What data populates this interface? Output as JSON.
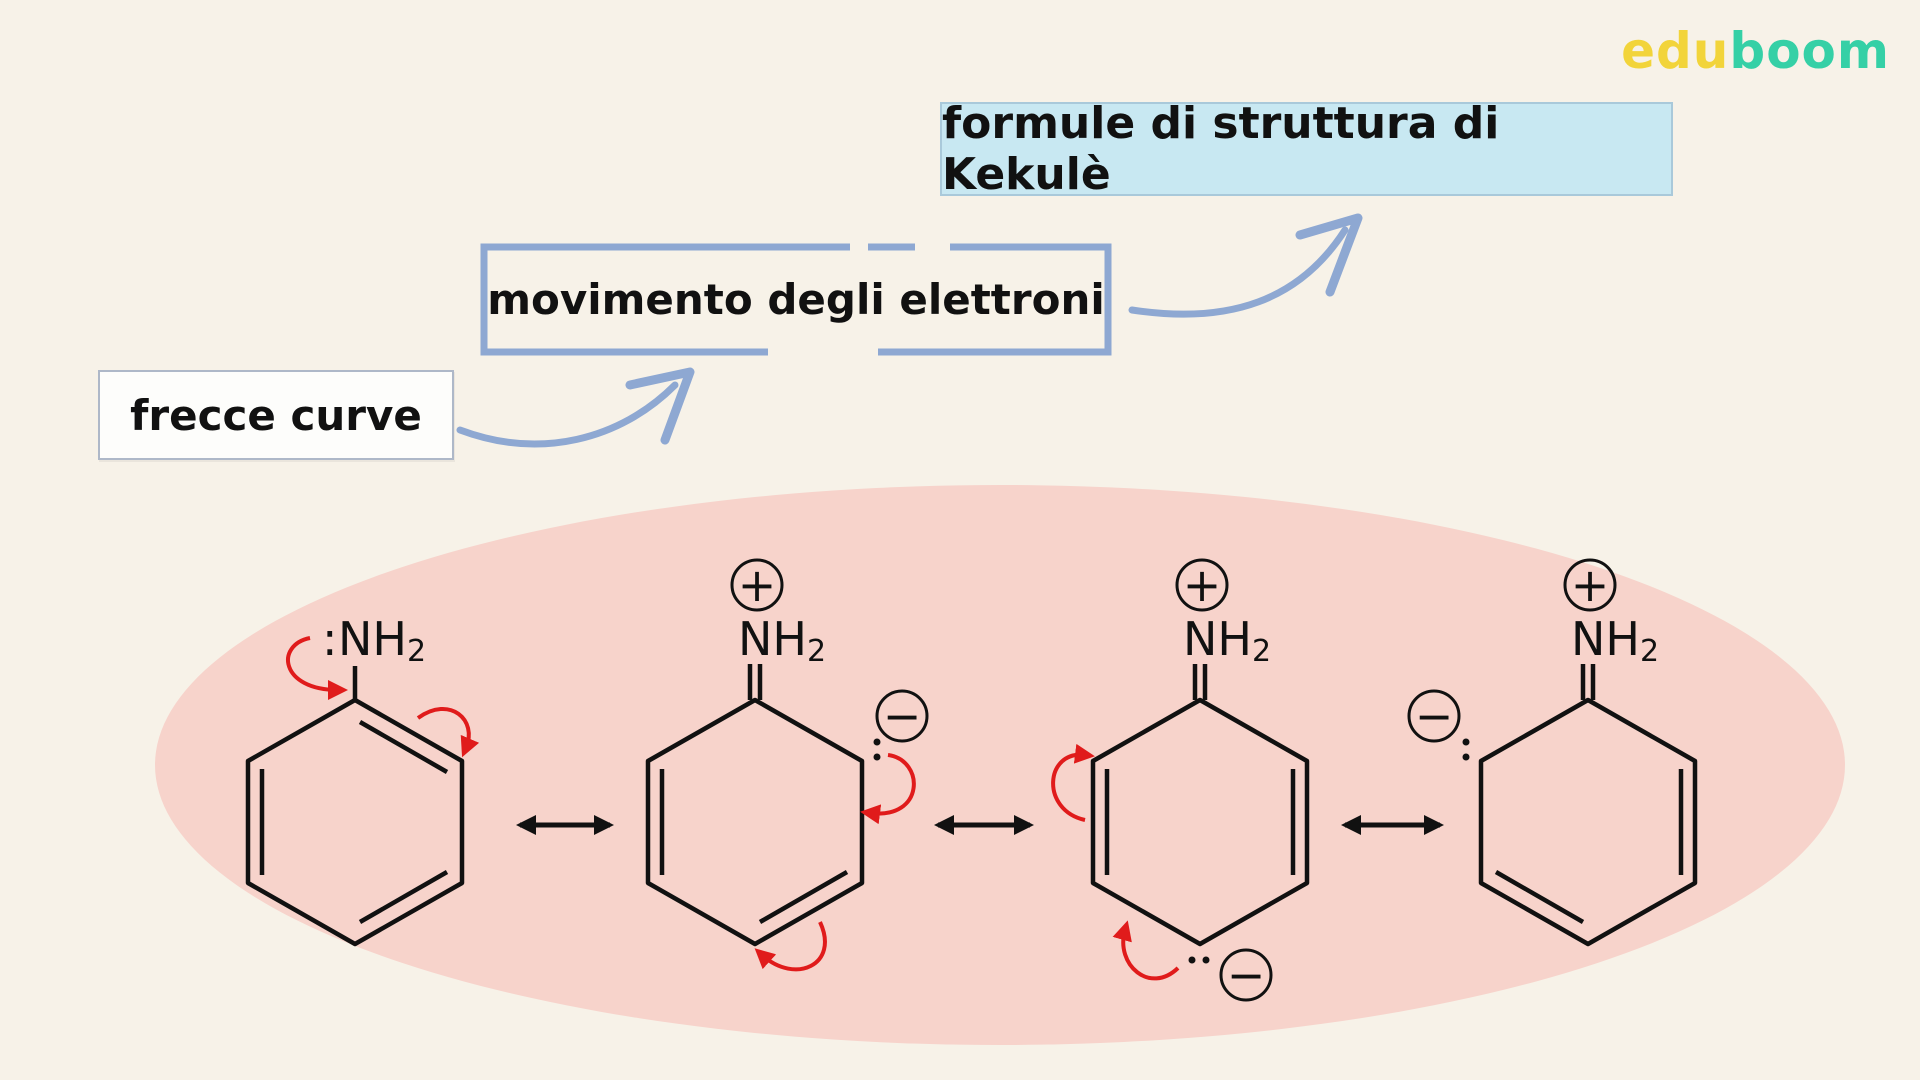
{
  "logo": {
    "part1": "edu",
    "part2": "boom"
  },
  "labels": {
    "frecce_curve": "frecce curve",
    "movimento": "movimento degli elettroni",
    "kekule": "formule di struttura di Kekulè"
  },
  "molecules": [
    {
      "group": "NH",
      "subscript": "2",
      "lone_pair": ":",
      "charge": ""
    },
    {
      "group": "NH",
      "subscript": "2",
      "lone_pair": "",
      "charge": "+",
      "ring_charge": "−"
    },
    {
      "group": "NH",
      "subscript": "2",
      "lone_pair": "",
      "charge": "+",
      "ring_charge": "−"
    },
    {
      "group": "NH",
      "subscript": "2",
      "lone_pair": "",
      "charge": "+",
      "ring_charge": "−"
    }
  ],
  "colors": {
    "background": "#f7f2e8",
    "blob": "#f7d3cb",
    "arrow_blue": "#8ea8d2",
    "curved_arrow_red": "#e01b1b",
    "kekule_box": "#c8e8f2"
  }
}
